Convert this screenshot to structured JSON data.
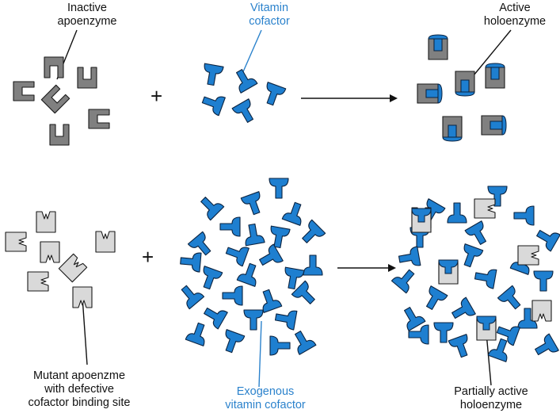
{
  "colors": {
    "cofactor": "#1e7fd0",
    "cofactor_stroke": "#0b2340",
    "apoenzyme": "#808080",
    "mutant_apoenzyme": "#d9d9d9",
    "outline": "#1a1a1a",
    "leader_blue": "#2b82cc"
  },
  "top_row": {
    "inactive_label": [
      "Inactive",
      "apoenzyme"
    ],
    "vitamin_label": [
      "Vitamin",
      "cofactor"
    ],
    "active_label": [
      "Active",
      "holoenzyme"
    ],
    "plus": "+"
  },
  "bottom_row": {
    "mutant_label": [
      "Mutant apoenzme",
      "with defective",
      "cofactor binding site"
    ],
    "exogenous_label": [
      "Exogenous",
      "vitamin cofactor"
    ],
    "partial_label": [
      "Partially active",
      "holoenzyme"
    ],
    "plus": "+"
  }
}
